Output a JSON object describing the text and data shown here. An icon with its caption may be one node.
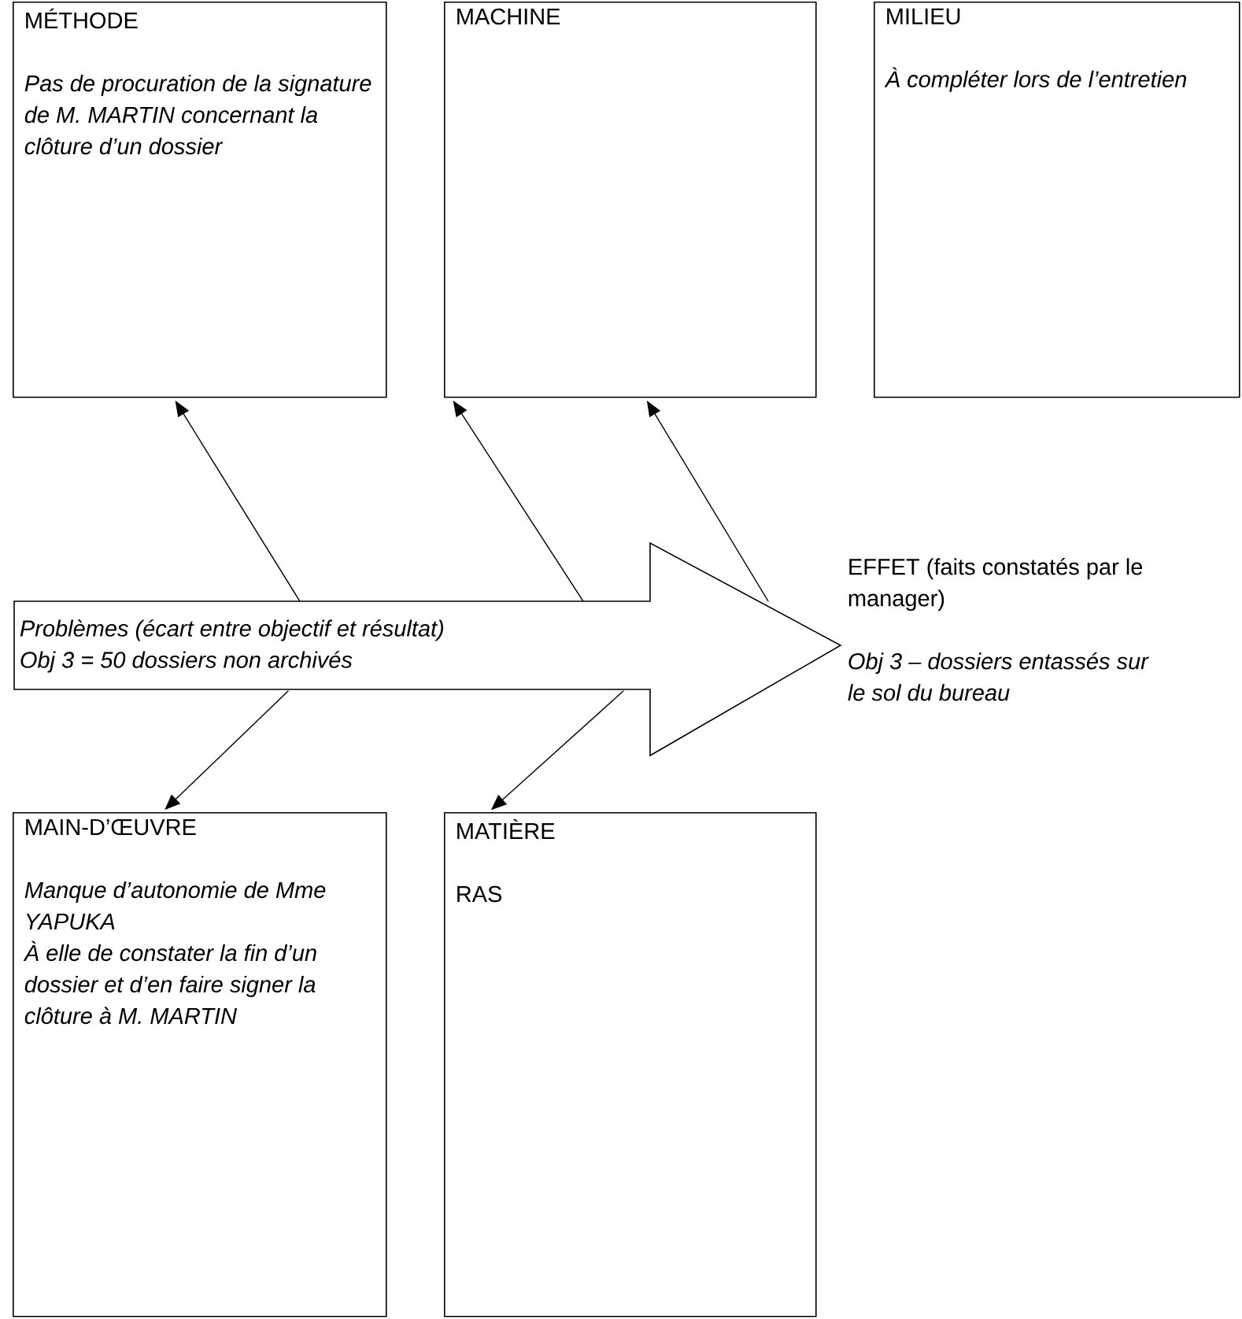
{
  "diagram": {
    "nodes": [
      {
        "text": [
          "MÉTHODE",
          "Pas de procuration de la signature de M. MARTIN concernant la clôture d’un dossier"
        ]
      },
      {
        "text": [
          "MACHINE"
        ]
      },
      {
        "text": [
          "MILIEU",
          "À compléter lors de l’entretien"
        ]
      },
      {
        "text": [
          "Problèmes (écart entre objectif et résultat)",
          "Obj 3 = 50 dossiers non archivés"
        ]
      },
      {
        "text": [
          "EFFET (faits constatés par le manager)",
          "Obj 3 – dossiers entassés sur le sol du bureau"
        ]
      },
      {
        "text": [
          "MAIN-D’ŒUVRE",
          "Manque d’autonomie de Mme YAPUKA",
          "À elle de constater la fin d’un dossier et d’en faire signer la clôture à M. MARTIN"
        ]
      },
      {
        "text": [
          "MATIÈRE",
          "RAS"
        ]
      }
    ],
    "edges": [
      {
        "from": 3,
        "to": 0,
        "arrow": "to"
      },
      {
        "from": 3,
        "to": 1,
        "arrow": "to"
      },
      {
        "from": 3,
        "to": 1,
        "arrow": "to"
      },
      {
        "from": 3,
        "to": 5,
        "arrow": "to"
      },
      {
        "from": 3,
        "to": 6,
        "arrow": "to"
      }
    ]
  }
}
